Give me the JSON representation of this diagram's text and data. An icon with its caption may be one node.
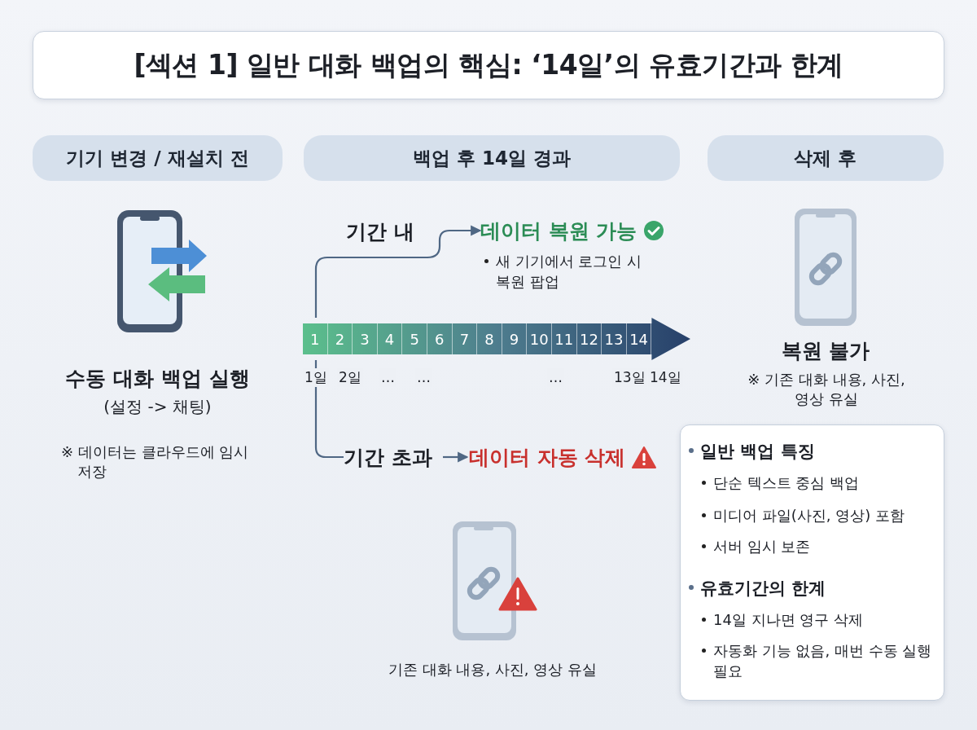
{
  "diagram": {
    "title": "[섹션 1] 일반 대화 백업의 핵심: ‘14일’의 유효기간과 한계",
    "nodes": [
      {
        "text": [
          "기기 변경 / 재설치 전"
        ]
      },
      {
        "text": [
          "백업 후 14일 경과"
        ]
      },
      {
        "text": [
          "삭제 후"
        ]
      },
      {
        "text": [
          "1",
          "2",
          "3",
          "4",
          "5",
          "6",
          "7",
          "8",
          "9",
          "10",
          "11",
          "12",
          "13",
          "14"
        ]
      },
      {
        "text": [
          "데이터 복원 가능"
        ],
        "beside": [
          "새 기기에서 로그인 시 복원 팝업"
        ]
      },
      {
        "text": [
          "기간 초과"
        ]
      },
      {
        "text": [
          "데이터 자동 삭제"
        ]
      },
      {
        "text": [
          "일반 백업 특징",
          "단순 텍스트 중심 백업",
          "미디어 파일(사진, 영상) 포함",
          "서버 임시 보존",
          "유효기간의 한계",
          "14일 지나면 영구 삭제",
          "자동화 기능 없음, 매번 수동 실행 필요"
        ]
      }
    ],
    "edges": [
      {
        "from": 3,
        "to": 4,
        "arrow": "to",
        "label": "기간 내"
      },
      {
        "from": 3,
        "to": 5,
        "arrow": "none"
      },
      {
        "from": 5,
        "to": 6,
        "arrow": "to"
      }
    ],
    "labels": [
      "수동 대화 백업 실행",
      "(설정 -> 채팅)",
      "※ 데이터는 클라우드에 임시 저장",
      "1일",
      "2일",
      "…",
      "…",
      "…",
      "13일",
      "14일",
      "복원 불가",
      "※ 기존 대화 내용, 사진, 영상 유실",
      "기존 대화 내용, 사진, 영상 유실"
    ]
  }
}
